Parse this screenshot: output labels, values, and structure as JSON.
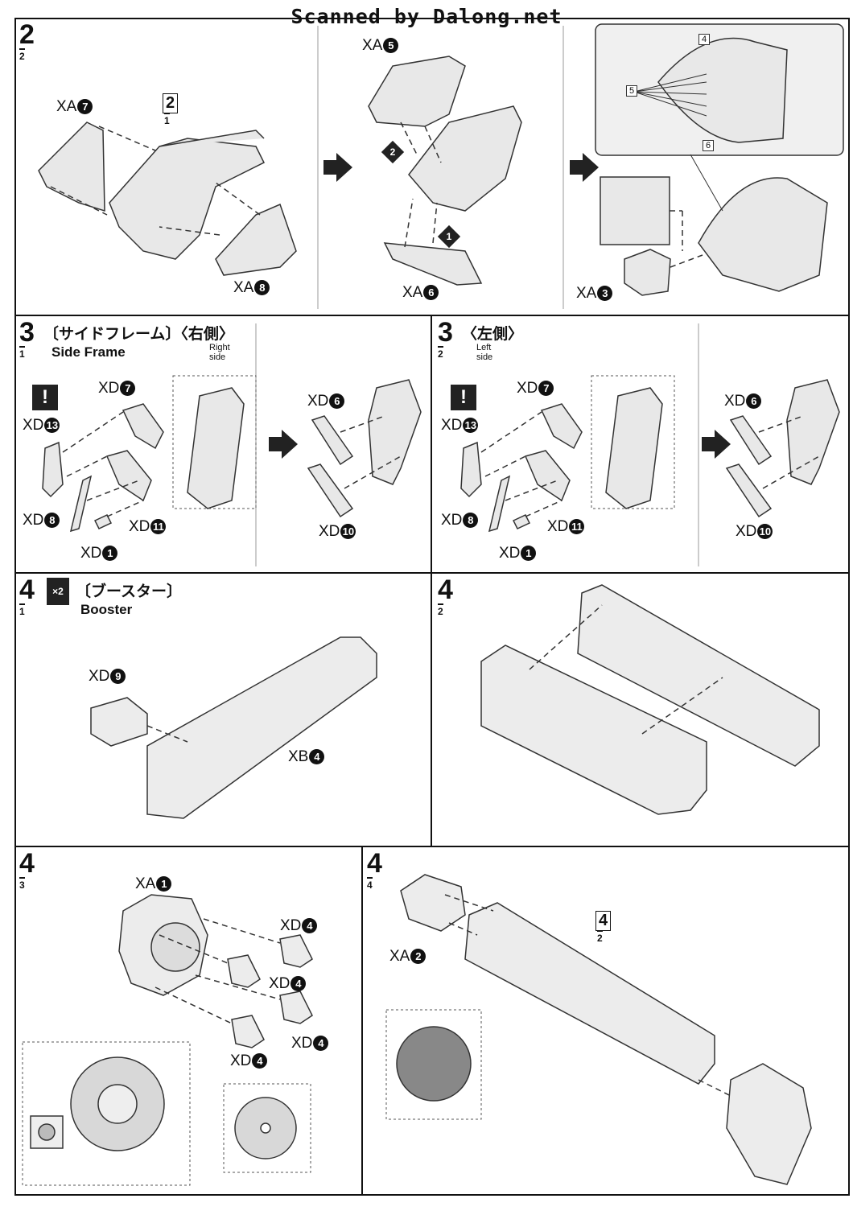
{
  "header": {
    "watermark": "Scanned by Dalong.net"
  },
  "step2": {
    "num": "2",
    "sub": "2",
    "panel1": {
      "ref_num": "2",
      "ref_sub": "1",
      "parts": [
        {
          "code": "XA",
          "num": "7"
        },
        {
          "code": "XA",
          "num": "8"
        }
      ]
    },
    "panel2": {
      "parts": [
        {
          "code": "XA",
          "num": "5"
        },
        {
          "code": "XA",
          "num": "6"
        }
      ],
      "order": [
        "1",
        "2"
      ]
    },
    "panel3": {
      "parts": [
        {
          "code": "XA",
          "num": "3"
        }
      ],
      "legend": [
        "4",
        "5",
        "6"
      ]
    }
  },
  "step3_right": {
    "num": "3",
    "sub": "1",
    "title_jp": "〔サイドフレーム〕〈右側〉",
    "title_en": "Side Frame",
    "note": "Right side",
    "parts": [
      {
        "code": "XD",
        "num": "7"
      },
      {
        "code": "XD",
        "num": "13"
      },
      {
        "code": "XD",
        "num": "8"
      },
      {
        "code": "XD",
        "num": "11"
      },
      {
        "code": "XD",
        "num": "1"
      },
      {
        "code": "XD",
        "num": "6"
      },
      {
        "code": "XD",
        "num": "10"
      }
    ]
  },
  "step3_left": {
    "num": "3",
    "sub": "2",
    "title_jp": "〈左側〉",
    "note": "Left side",
    "parts": [
      {
        "code": "XD",
        "num": "7"
      },
      {
        "code": "XD",
        "num": "13"
      },
      {
        "code": "XD",
        "num": "8"
      },
      {
        "code": "XD",
        "num": "11"
      },
      {
        "code": "XD",
        "num": "1"
      },
      {
        "code": "XD",
        "num": "6"
      },
      {
        "code": "XD",
        "num": "10"
      }
    ]
  },
  "step4_1": {
    "num": "4",
    "sub": "1",
    "multiplier": "×2",
    "title_jp": "〔ブースター〕",
    "title_en": "Booster",
    "parts": [
      {
        "code": "XD",
        "num": "9"
      },
      {
        "code": "XB",
        "num": "4"
      }
    ]
  },
  "step4_2": {
    "num": "4",
    "sub": "2"
  },
  "step4_3": {
    "num": "4",
    "sub": "3",
    "parts": [
      {
        "code": "XA",
        "num": "1"
      },
      {
        "code": "XD",
        "num": "4"
      },
      {
        "code": "XD",
        "num": "4"
      },
      {
        "code": "XD",
        "num": "4"
      },
      {
        "code": "XD",
        "num": "4"
      }
    ]
  },
  "step4_4": {
    "num": "4",
    "sub": "4",
    "ref_num": "4",
    "ref_sub": "2",
    "parts": [
      {
        "code": "XA",
        "num": "2"
      }
    ]
  },
  "warning": "!"
}
